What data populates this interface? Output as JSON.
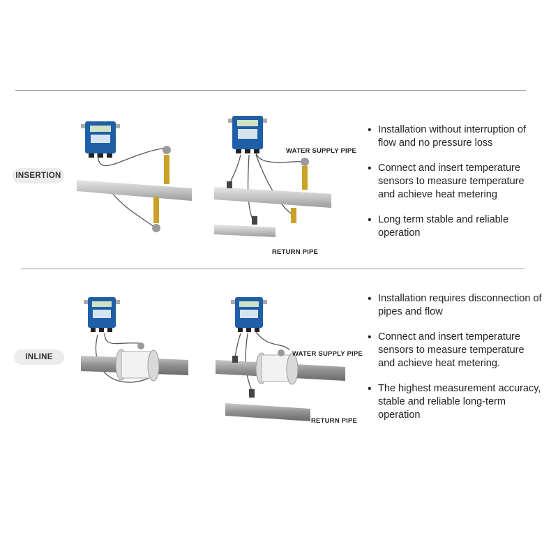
{
  "sections": [
    {
      "label": "INSERTION",
      "supply_pipe_label": "WATER SUPPLY PIPE",
      "return_pipe_label": "RETURN PIPE",
      "bullets": [
        "Installation without interruption of flow and no pressure loss",
        "Connect and insert temperature sensors to measure temperature and achieve heat metering",
        "Long term stable and reliable operation"
      ]
    },
    {
      "label": "INLINE",
      "supply_pipe_label": "WATER SUPPLY PIPE",
      "return_pipe_label": "RETURN PIPE",
      "bullets": [
        "Installation requires disconnection of pipes and flow",
        "Connect and insert temperature sensors to measure temperature and achieve heat metering.",
        "The highest measurement accuracy, stable and reliable long-term operation"
      ]
    }
  ],
  "colors": {
    "meter_body": "#1f5fa8",
    "meter_screen": "#cfe3c2",
    "pipe": "#b9b9b9",
    "flange": "#d9d9d9",
    "sensor_brass": "#c9a227",
    "cable": "#555555"
  },
  "icons": [
    "flow-meter-icon",
    "transducer-icon",
    "temperature-sensor-icon",
    "flange-icon"
  ]
}
